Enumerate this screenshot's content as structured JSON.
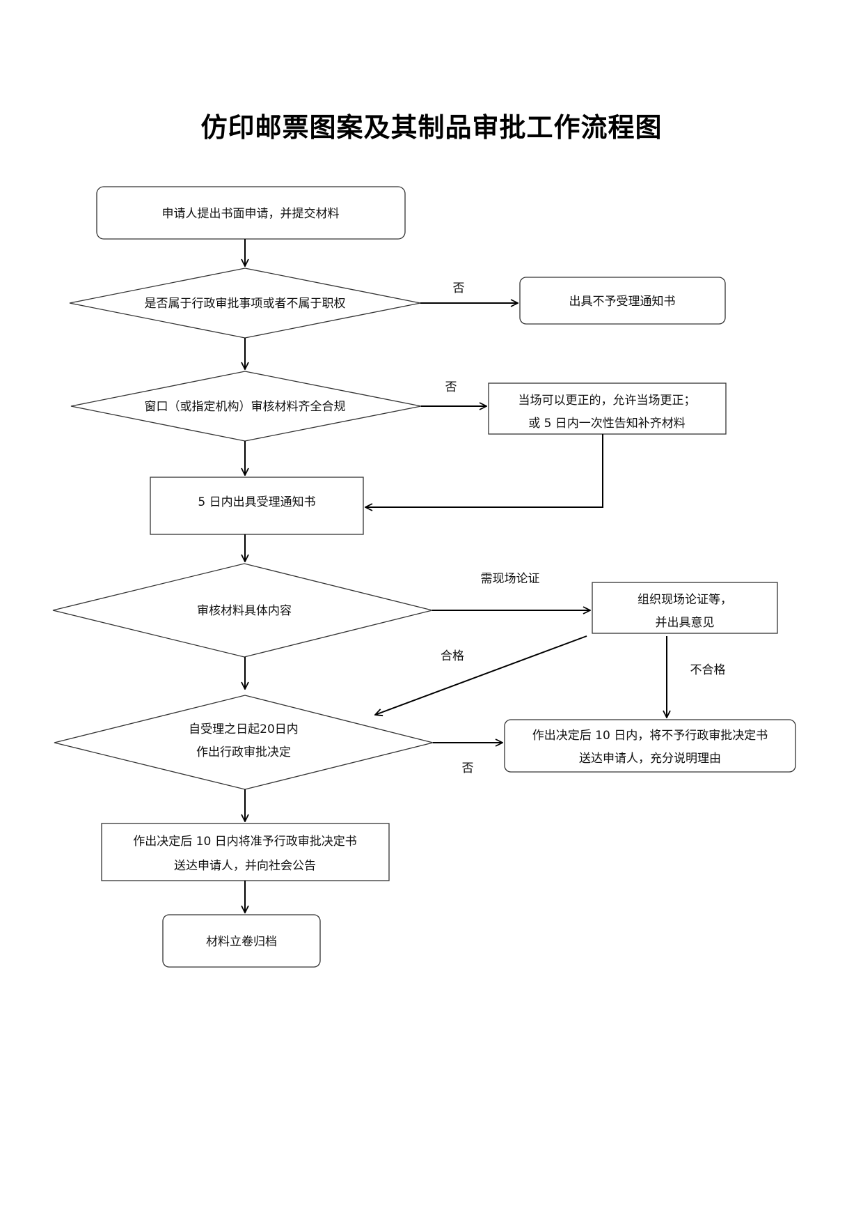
{
  "title": "仿印邮票图案及其制品审批工作流程图",
  "nodes": {
    "start": "申请人提出书面申请，并提交材料",
    "d1": "是否属于行政审批事项或者不属于职权",
    "reject1": "出具不予受理通知书",
    "d2": "窗口（或指定机构）审核材料齐全合规",
    "correct_l1": "当场可以更正的，允许当场更正；",
    "correct_l2": "或 5 日内一次性告知补齐材料",
    "accept": "5 日内出具受理通知书",
    "d3": "审核材料具体内容",
    "onsite_l1": "组织现场论证等，",
    "onsite_l2": "并出具意见",
    "d4_l1": "自受理之日起20日内",
    "d4_l2": "作出行政审批决定",
    "deny_l1": "作出决定后 10 日内，将不予行政审批决定书",
    "deny_l2": "送达申请人，充分说明理由",
    "approve_l1": "作出决定后 10 日内将准予行政审批决定书",
    "approve_l2": "送达申请人，并向社会公告",
    "archive": "材料立卷归档"
  },
  "edge_labels": {
    "no1": "否",
    "no2": "否",
    "need_onsite": "需现场论证",
    "qualified": "合格",
    "unqualified": "不合格",
    "no3": "否"
  }
}
